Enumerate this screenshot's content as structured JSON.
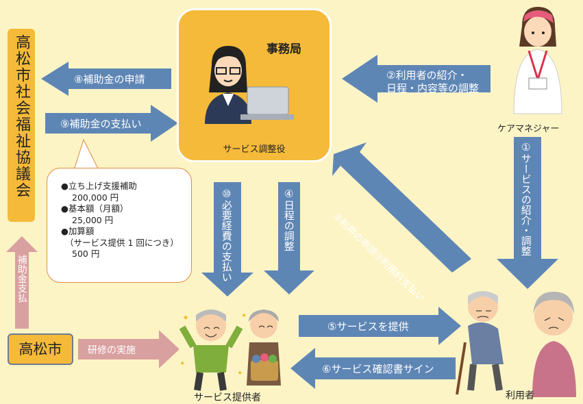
{
  "council": {
    "name": "高松市社会福祉協議会"
  },
  "office": {
    "title": "事務局",
    "role": "サービス調整役"
  },
  "city": {
    "name": "高松市"
  },
  "actors": {
    "care_manager": "ケアマネジャー",
    "provider": "サービス提供者",
    "user": "利用者"
  },
  "flows": {
    "f2a": "②利用者の紹介・",
    "f2b": "日程・内容等の調整",
    "f8": "⑧補助金の申請",
    "f9": "⑨補助金の支払い",
    "f1": "①サービスの紹介・調整",
    "f3": "③利用の申請⑦利用料支払い",
    "f4": "④日程の調整",
    "f10": "⑩必要経費の支払い",
    "f5": "⑤サービスを提供",
    "f6": "⑥サービス確認書サイン",
    "grant": "補助金支払",
    "training": "研修の実施"
  },
  "subsidy": {
    "i1": "●立ち上げ支援補助",
    "i1v": "200,000 円",
    "i2": "●基本額（月額）",
    "i2v": "25,000 円",
    "i3": "●加算額",
    "i3n": "（サービス提供 1 回につき）",
    "i3v": "500 円"
  },
  "colors": {
    "background": "#fdf4c6",
    "box": "#f5ba3a",
    "arrow": "#5e86b5",
    "arrow_pink": "#d9a0a0"
  }
}
